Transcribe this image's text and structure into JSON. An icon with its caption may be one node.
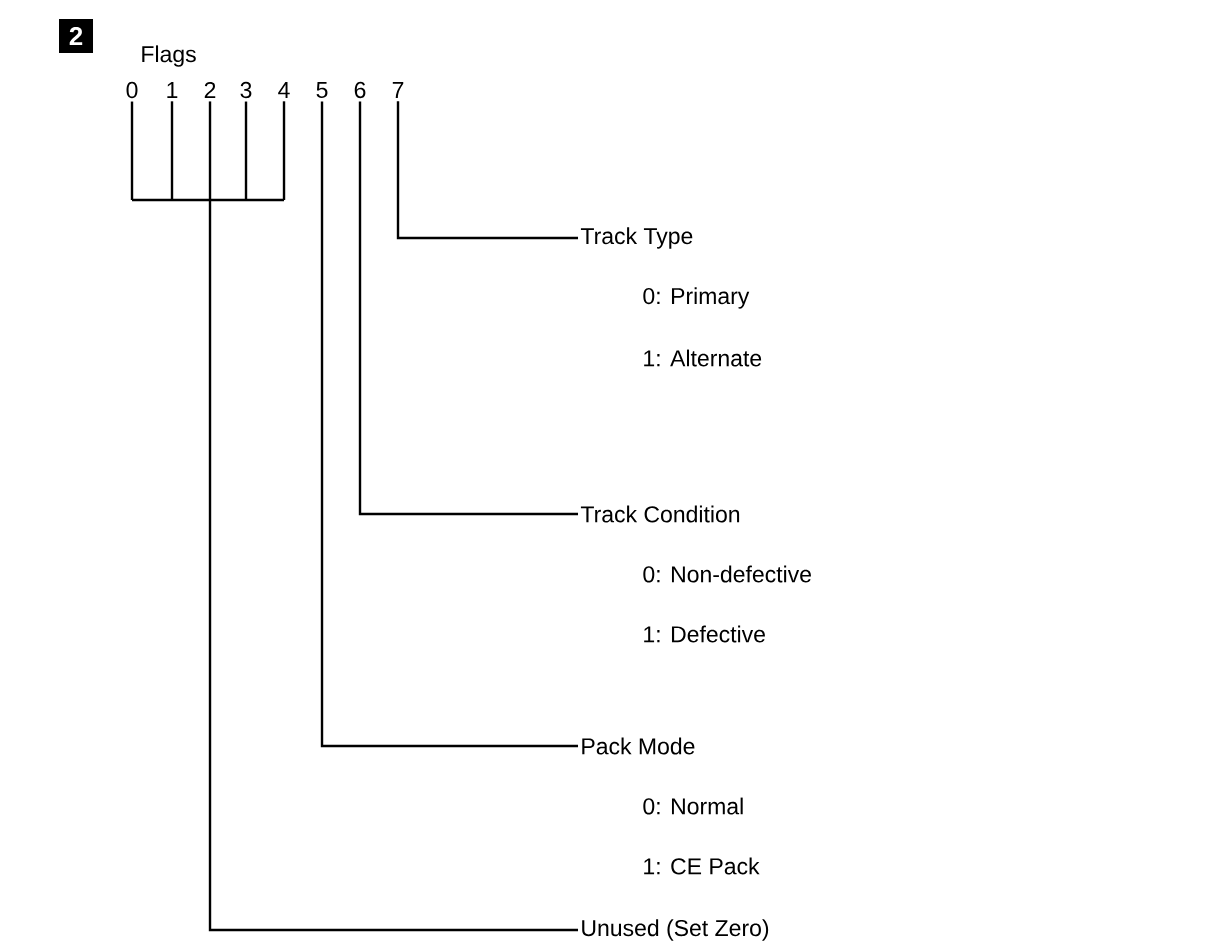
{
  "diagram": {
    "title": "Flags",
    "nodes": [
      {
        "text": [
          "2"
        ]
      },
      {
        "text": [
          "0"
        ]
      },
      {
        "text": [
          "1"
        ]
      },
      {
        "text": [
          "2"
        ]
      },
      {
        "text": [
          "3"
        ]
      },
      {
        "text": [
          "4"
        ]
      },
      {
        "text": [
          "5"
        ]
      },
      {
        "text": [
          "6"
        ]
      },
      {
        "text": [
          "7"
        ]
      },
      {
        "text": [
          "Track Type",
          "0: Primary",
          "1: Alternate"
        ]
      },
      {
        "text": [
          "Track Condition",
          "0: Non-defective",
          "1: Defective"
        ]
      },
      {
        "text": [
          "Pack Mode",
          "0: Normal",
          "1: CE Pack"
        ]
      },
      {
        "text": [
          "Unused (Set Zero)"
        ]
      }
    ],
    "edges": [
      {
        "from": 8,
        "to": 9,
        "arrow": "none"
      },
      {
        "from": 7,
        "to": 10,
        "arrow": "none"
      },
      {
        "from": 6,
        "to": 11,
        "arrow": "none"
      },
      {
        "from": 1,
        "to": 12,
        "arrow": "none"
      },
      {
        "from": 2,
        "to": 12,
        "arrow": "none"
      },
      {
        "from": 3,
        "to": 12,
        "arrow": "none"
      },
      {
        "from": 4,
        "to": 12,
        "arrow": "none"
      },
      {
        "from": 5,
        "to": 12,
        "arrow": "none"
      }
    ]
  }
}
